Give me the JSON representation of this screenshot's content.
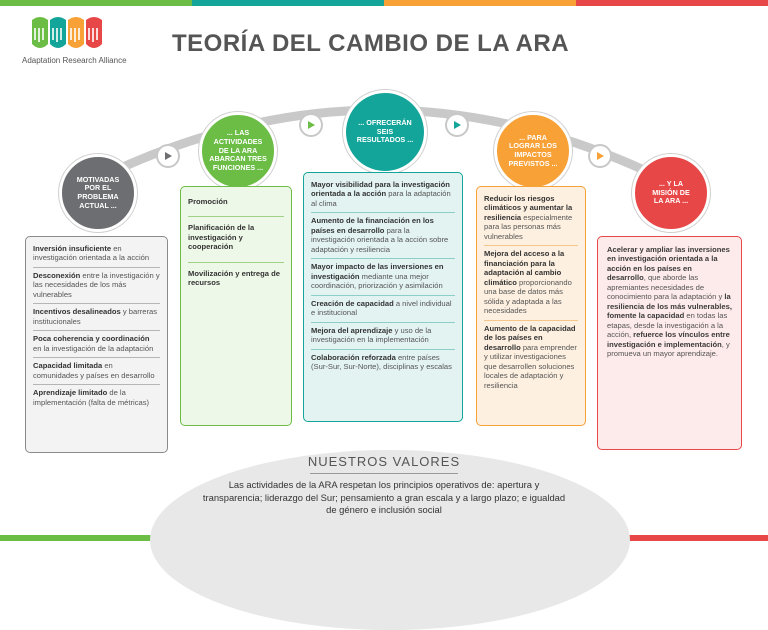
{
  "colors": {
    "grey": "#6d6e71",
    "green": "#6bbd45",
    "teal": "#14a59a",
    "orange": "#f7a136",
    "red": "#e84747",
    "bar": [
      "#6bbd45",
      "#14a59a",
      "#f7a136",
      "#e84747"
    ]
  },
  "logo": {
    "text": "Adaptation Research Alliance"
  },
  "title": "TEORÍA DEL CAMBIO DE LA ARA",
  "circles": [
    {
      "label": "MOTIVADAS\nPOR EL\nPROBLEMA\nACTUAL ..."
    },
    {
      "label": "... LAS\nACTIVIDADES\nDE LA ARA\nABARCAN TRES\nFUNCIONES ..."
    },
    {
      "label": "... OFRECERÁN\nSEIS\nRESULTADOS ..."
    },
    {
      "label": "... PARA\nLOGRAR LOS\nIMPACTOS\nPREVISTOS ..."
    },
    {
      "label": "... Y LA\nMISIÓN DE\nLA ARA ..."
    }
  ],
  "problem": [
    {
      "bold": "Inversión insuficiente",
      "rest": " en investigación orientada a la acción"
    },
    {
      "bold": "Desconexión",
      "rest": " entre la investigación y las necesidades de los más vulnerables"
    },
    {
      "bold": "Incentivos desalineados",
      "rest": " y barreras institucionales"
    },
    {
      "bold": "Poca coherencia y coordinación",
      "rest": " en la investigación de la adaptación"
    },
    {
      "bold": "Capacidad limitada",
      "rest": " en comunidades y países en desarrollo"
    },
    {
      "bold": "Aprendizaje limitado",
      "rest": " de la implementación (falta de métricas)"
    }
  ],
  "functions": [
    {
      "bold": "Promoción",
      "rest": ""
    },
    {
      "bold": "Planificación de la investigación y cooperación",
      "rest": ""
    },
    {
      "bold": "Movilización y entrega de recursos",
      "rest": ""
    }
  ],
  "outcomes": [
    {
      "bold": "Mayor visibilidad para la investigación orientada a la acción",
      "rest": " para la adaptación al clima"
    },
    {
      "bold": "Aumento de la financiación en los países en desarrollo",
      "rest": " para la investigación orientada a la acción sobre adaptación y resiliencia"
    },
    {
      "bold": "Mayor impacto de las inversiones en investigación",
      "rest": " mediante una mejor coordinación, priorización y asimilación"
    },
    {
      "bold": "Creación de capacidad",
      "rest": " a nivel individual e institucional"
    },
    {
      "bold": "Mejora del aprendizaje",
      "rest": " y uso de la investigación en la implementación"
    },
    {
      "bold": "Colaboración reforzada",
      "rest": " entre países (Sur-Sur, Sur-Norte), disciplinas y escalas"
    }
  ],
  "impacts": [
    {
      "bold": "Reducir los riesgos climáticos y aumentar la resiliencia",
      "rest": " especialmente para las personas más vulnerables"
    },
    {
      "bold": "Mejora del acceso a la financiación para la adaptación al cambio climático",
      "rest": " proporcionando una base de datos más sólida y adaptada a las necesidades"
    },
    {
      "bold": "Aumento de la capacidad de los países en desarrollo",
      "rest": " para emprender y utilizar investigaciones que desarrollen soluciones locales de adaptación y resiliencia"
    }
  ],
  "mission": {
    "parts": [
      {
        "b": true,
        "t": "Acelerar y ampliar las inversiones en investigación orientada a la acción en los países en desarrollo"
      },
      {
        "b": false,
        "t": ", que aborde las apremiantes necesidades de conocimiento para la adaptación y "
      },
      {
        "b": true,
        "t": "la resiliencia de los más vulnerables, fomente la capacidad"
      },
      {
        "b": false,
        "t": " en todas las etapas, desde la investigación a la acción, "
      },
      {
        "b": true,
        "t": "refuerce los vínculos entre investigación e implementación"
      },
      {
        "b": false,
        "t": ", y promueva un mayor aprendizaje."
      }
    ]
  },
  "values": {
    "title": "NUESTROS VALORES",
    "text": "Las actividades de la ARA respetan los principios operativos de: apertura y transparencia; liderazgo del Sur; pensamiento a gran escala y a largo plazo; e igualdad de género e inclusión social"
  }
}
